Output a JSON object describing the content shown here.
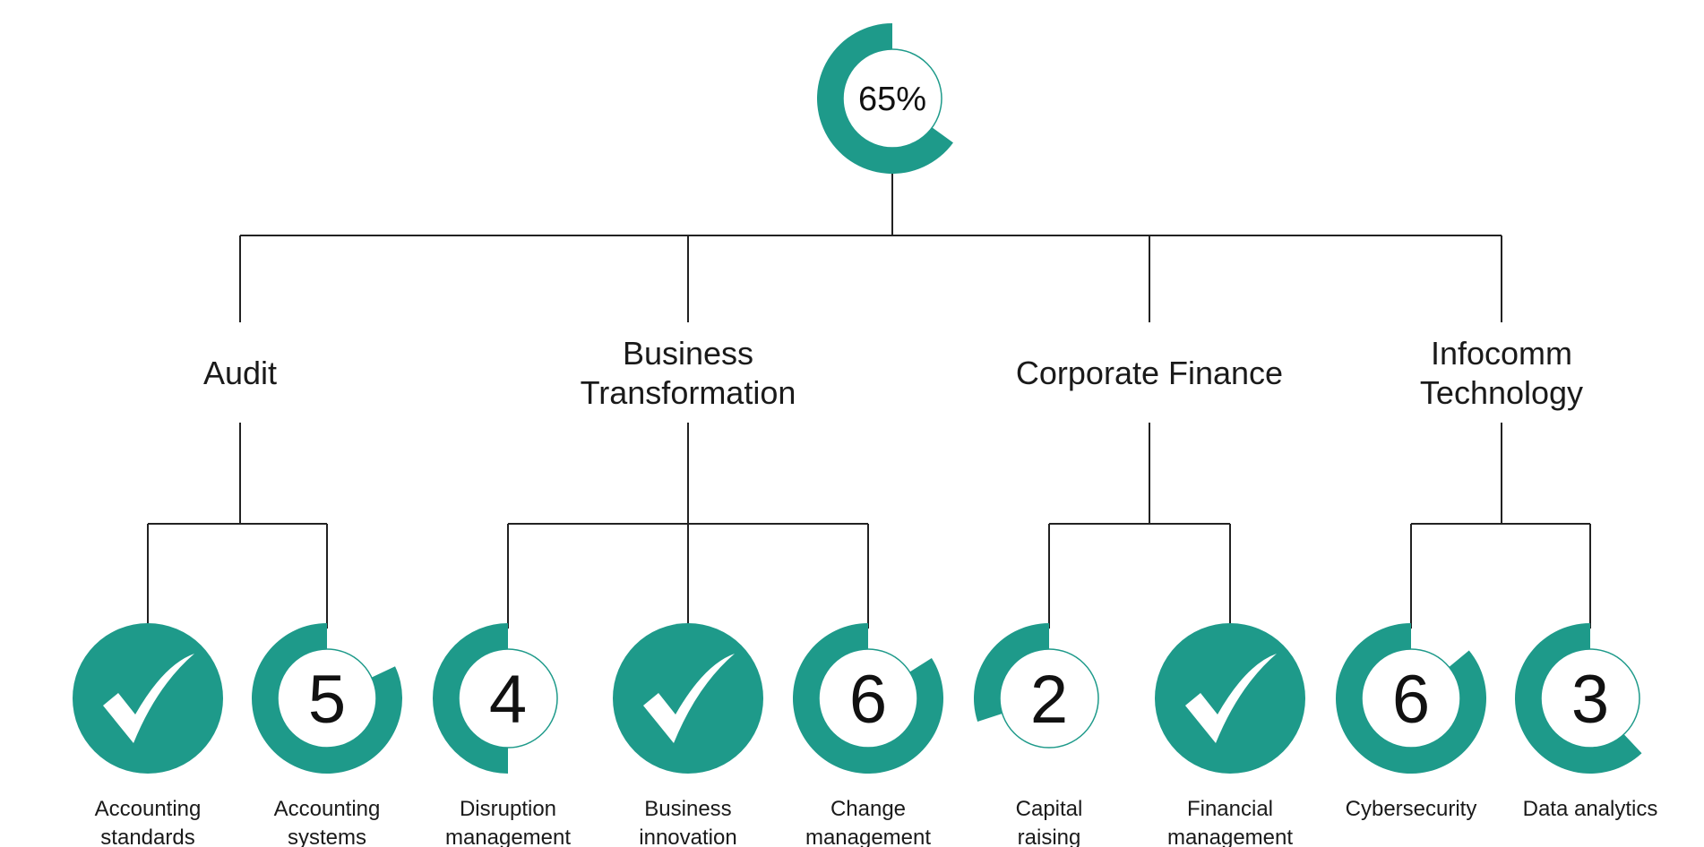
{
  "colors": {
    "accent": "#1e9a8a",
    "line": "#222222",
    "text": "#1a1a1a"
  },
  "overall": {
    "progress": 0.65,
    "label": "65%"
  },
  "categories": [
    {
      "key": "audit",
      "label_lines": [
        "Audit"
      ],
      "skills": [
        {
          "key": "accounting-standards",
          "label_lines": [
            "Accounting",
            "standards"
          ],
          "status": "complete",
          "progress": 1.0,
          "value": ""
        },
        {
          "key": "accounting-systems",
          "label_lines": [
            "Accounting",
            "systems"
          ],
          "status": "in-progress",
          "progress": 0.82,
          "value": "5"
        }
      ]
    },
    {
      "key": "business-transformation",
      "label_lines": [
        "Business",
        "Transformation"
      ],
      "skills": [
        {
          "key": "disruption-management",
          "label_lines": [
            "Disruption",
            "management"
          ],
          "status": "in-progress",
          "progress": 0.5,
          "value": "4"
        },
        {
          "key": "business-innovation",
          "label_lines": [
            "Business",
            "innovation"
          ],
          "status": "complete",
          "progress": 1.0,
          "value": ""
        },
        {
          "key": "change-management",
          "label_lines": [
            "Change",
            "management"
          ],
          "status": "in-progress",
          "progress": 0.84,
          "value": "6"
        }
      ]
    },
    {
      "key": "corporate-finance",
      "label_lines": [
        "Corporate Finance"
      ],
      "skills": [
        {
          "key": "capital-raising",
          "label_lines": [
            "Capital",
            "raising"
          ],
          "status": "in-progress",
          "progress": 0.3,
          "value": "2"
        },
        {
          "key": "financial-management",
          "label_lines": [
            "Financial",
            "management"
          ],
          "status": "complete",
          "progress": 1.0,
          "value": ""
        }
      ]
    },
    {
      "key": "infocomm-technology",
      "label_lines": [
        "Infocomm",
        "Technology"
      ],
      "skills": [
        {
          "key": "cybersecurity",
          "label_lines": [
            "Cybersecurity"
          ],
          "status": "in-progress",
          "progress": 0.86,
          "value": "6"
        },
        {
          "key": "data-analytics",
          "label_lines": [
            "Data analytics"
          ],
          "status": "in-progress",
          "progress": 0.62,
          "value": "3"
        }
      ]
    }
  ]
}
